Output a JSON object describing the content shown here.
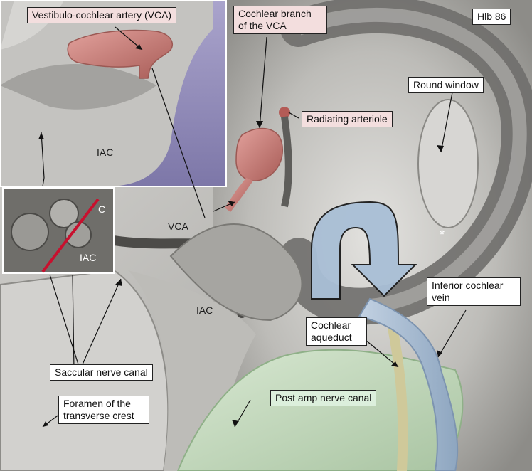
{
  "badge": "Hlb 86",
  "labels": {
    "vca": "Vestibulo-cochlear artery (VCA)",
    "cochlear_branch_line1": "Cochlear branch",
    "cochlear_branch_line2": "of the VCA",
    "round_window": "Round window",
    "radiating_arteriole": "Radiating arteriole",
    "inferior_cochlear_vein_line1": "Inferior cochlear",
    "inferior_cochlear_vein_line2": "vein",
    "cochlear_aqueduct_line1": "Cochlear",
    "cochlear_aqueduct_line2": "aqueduct",
    "saccular_nerve_canal": "Saccular nerve canal",
    "post_amp_nerve_canal": "Post amp nerve canal",
    "foramen_line1": "Foramen of the",
    "foramen_line2": "transverse crest"
  },
  "plain_text": {
    "iac_top": "IAC",
    "iac_main": "IAC",
    "iac_inset": "IAC",
    "vca_short": "VCA",
    "c_inset": "C",
    "asterisk": "*"
  },
  "colors": {
    "bone": "#b9b8b5",
    "artery": "#c87a76",
    "vein": "#a9bfd6",
    "nerve_canal": "#c9dcc4",
    "aqueduct": "#d8d3a3",
    "cut_line": "#c8102e",
    "background_purple": "#8f88b8"
  }
}
